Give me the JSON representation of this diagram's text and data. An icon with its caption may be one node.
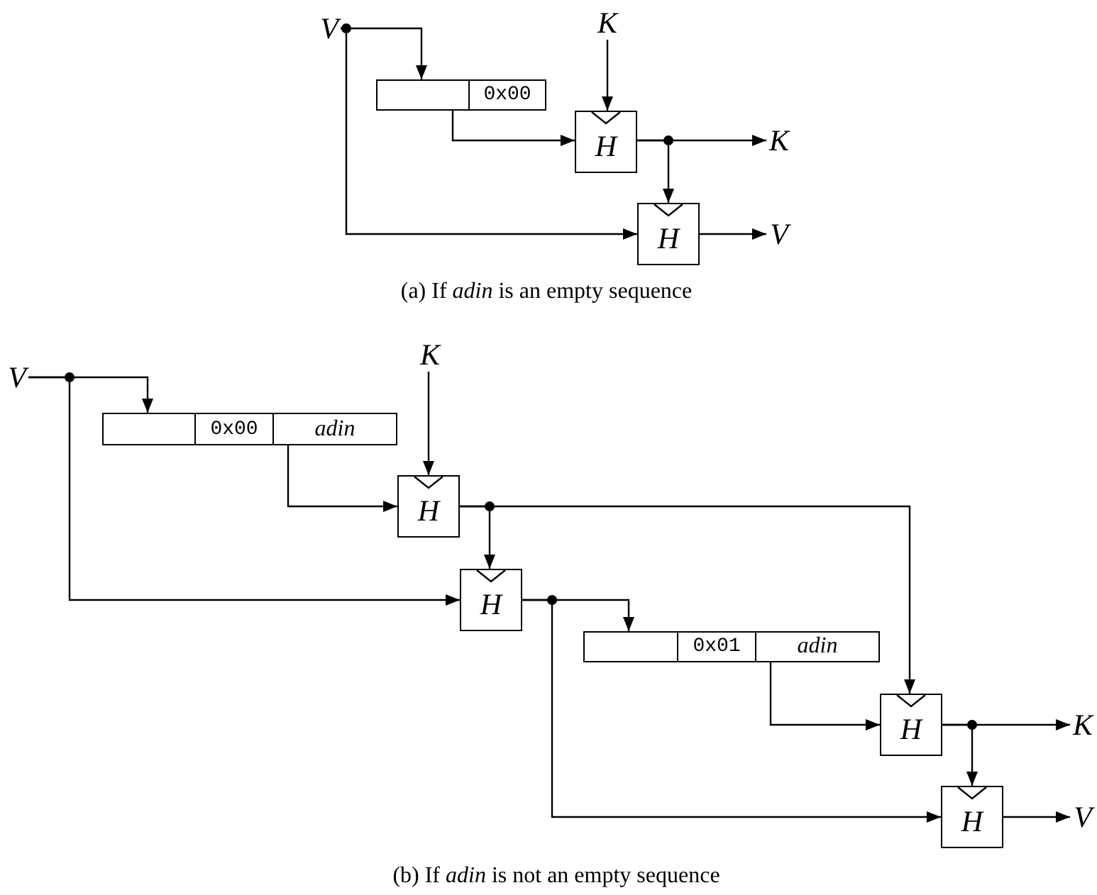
{
  "diagram": {
    "nodes": [
      {
        "text": [
          "V"
        ]
      },
      {
        "text": [
          "K"
        ]
      },
      {
        "text": [
          "0x00"
        ]
      },
      {
        "text": [
          "H"
        ]
      },
      {
        "text": [
          "K"
        ]
      },
      {
        "text": [
          "H"
        ]
      },
      {
        "text": [
          "V"
        ]
      },
      {
        "text": [
          "V"
        ]
      },
      {
        "text": [
          "K"
        ]
      },
      {
        "text": [
          "0x00",
          "adin"
        ]
      },
      {
        "text": [
          "H"
        ]
      },
      {
        "text": [
          "H"
        ]
      },
      {
        "text": [
          "0x01",
          "adin"
        ]
      },
      {
        "text": [
          "H"
        ]
      },
      {
        "text": [
          "K"
        ]
      },
      {
        "text": [
          "H"
        ]
      },
      {
        "text": [
          "V"
        ]
      }
    ],
    "edges": [
      {
        "from": 0,
        "to": 2,
        "arrow": "to"
      },
      {
        "from": 0,
        "to": 5,
        "arrow": "to"
      },
      {
        "from": 1,
        "to": 3,
        "arrow": "to"
      },
      {
        "from": 2,
        "to": 3,
        "arrow": "to"
      },
      {
        "from": 3,
        "to": 4,
        "arrow": "to"
      },
      {
        "from": 3,
        "to": 5,
        "arrow": "to"
      },
      {
        "from": 5,
        "to": 6,
        "arrow": "to"
      },
      {
        "from": 7,
        "to": 9,
        "arrow": "to"
      },
      {
        "from": 7,
        "to": 11,
        "arrow": "to"
      },
      {
        "from": 8,
        "to": 10,
        "arrow": "to"
      },
      {
        "from": 9,
        "to": 10,
        "arrow": "to"
      },
      {
        "from": 10,
        "to": 11,
        "arrow": "to"
      },
      {
        "from": 10,
        "to": 13,
        "arrow": "to"
      },
      {
        "from": 11,
        "to": 12,
        "arrow": "to"
      },
      {
        "from": 11,
        "to": 15,
        "arrow": "to"
      },
      {
        "from": 12,
        "to": 13,
        "arrow": "to"
      },
      {
        "from": 13,
        "to": 14,
        "arrow": "to"
      },
      {
        "from": 13,
        "to": 15,
        "arrow": "to"
      },
      {
        "from": 15,
        "to": 16,
        "arrow": "to"
      }
    ],
    "labels": [
      "(a) If *adin* is an empty sequence",
      "(b) If *adin* is not an empty sequence"
    ]
  }
}
